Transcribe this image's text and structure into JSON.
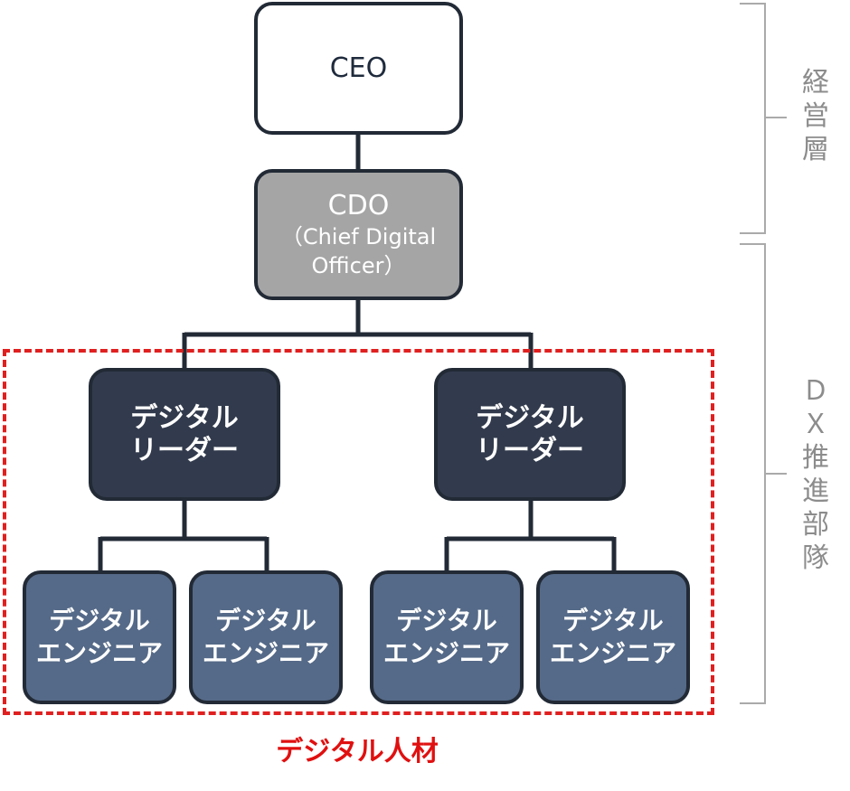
{
  "ceo": {
    "label": "CEO"
  },
  "cdo": {
    "label": "CDO",
    "sub1": "（Chief Digital",
    "sub2": "Officer）"
  },
  "leaders": [
    {
      "line1": "デジタル",
      "line2": "リーダー"
    },
    {
      "line1": "デジタル",
      "line2": "リーダー"
    }
  ],
  "engineers": [
    {
      "line1": "デジタル",
      "line2": "エンジニア"
    },
    {
      "line1": "デジタル",
      "line2": "エンジニア"
    },
    {
      "line1": "デジタル",
      "line2": "エンジニア"
    },
    {
      "line1": "デジタル",
      "line2": "エンジニア"
    }
  ],
  "group_label": "デジタル人材",
  "side_labels": {
    "management": "経営層",
    "dx_team": "ＤＸ推進部隊"
  },
  "colors": {
    "cdo_box": "#a5a5a5",
    "leader_box": "#323b4d",
    "engineer_box": "#556a88",
    "connector": "#222a36",
    "highlight": "#e02020",
    "bracket": "#aaaaaa"
  }
}
